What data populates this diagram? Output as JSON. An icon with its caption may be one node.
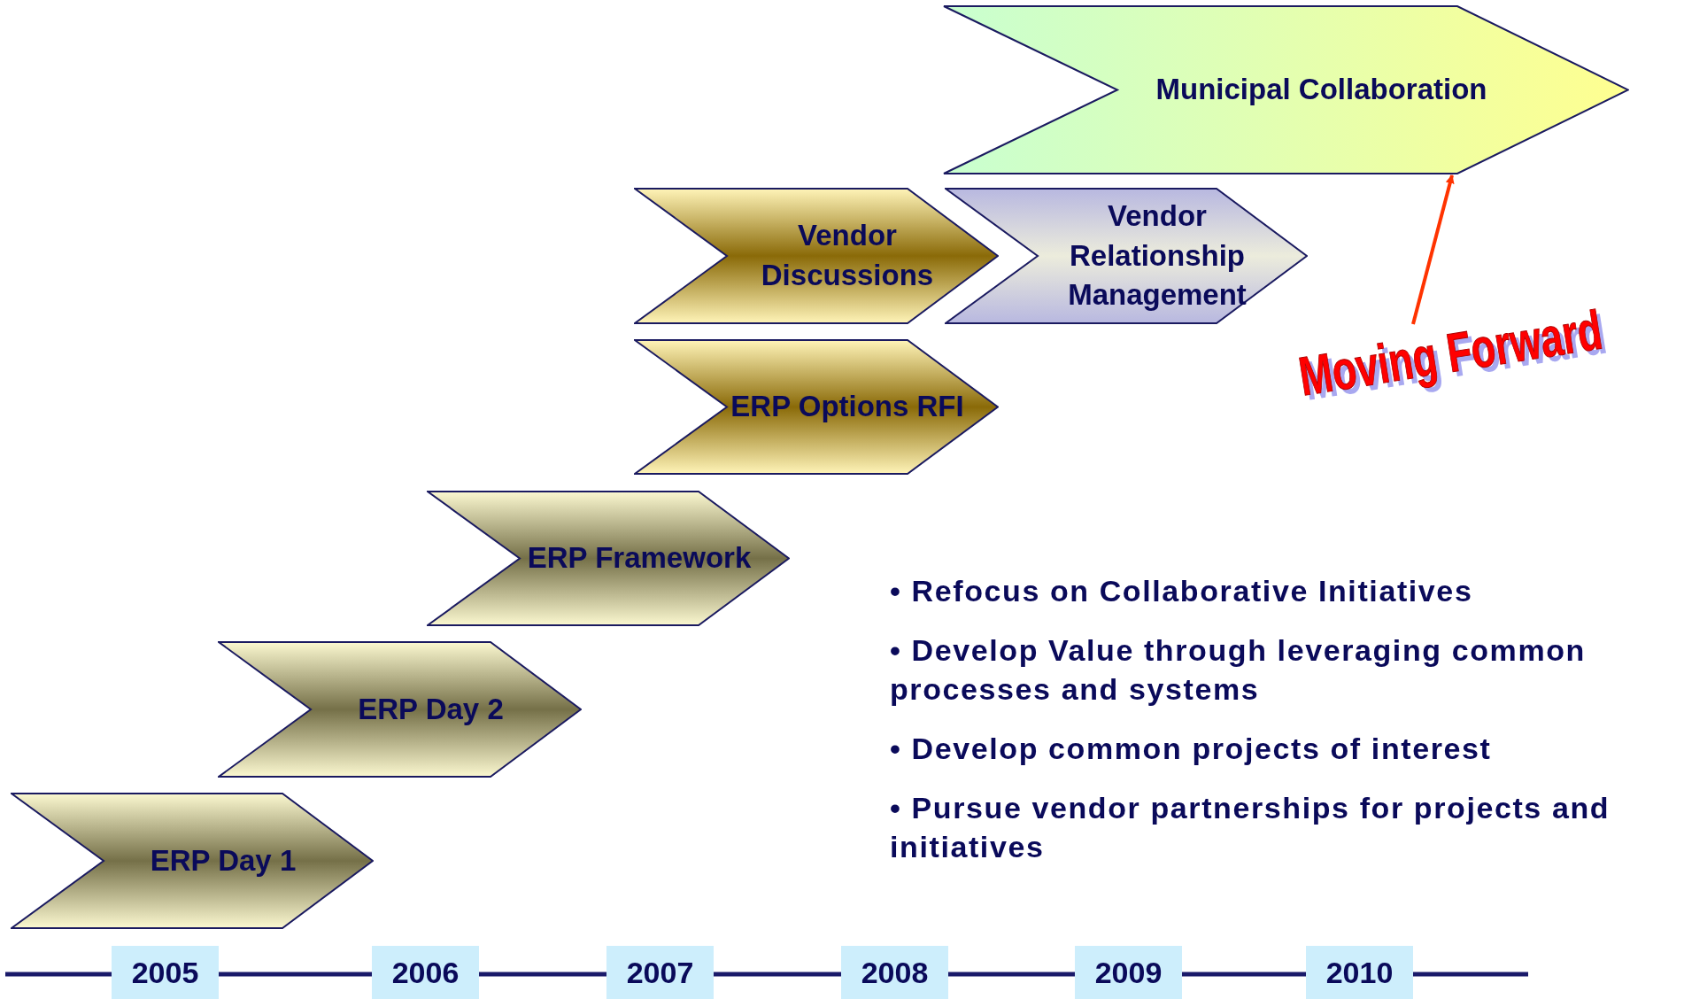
{
  "diagram": {
    "nodes": [
      {
        "text": [
          "Municipal Collaboration"
        ]
      },
      {
        "text": [
          "Vendor Discussions"
        ]
      },
      {
        "text": [
          "Vendor Relationship Management"
        ]
      },
      {
        "text": [
          "ERP Options RFI"
        ]
      },
      {
        "text": [
          "ERP Framework"
        ]
      },
      {
        "text": [
          "ERP Day 2"
        ]
      },
      {
        "text": [
          "ERP Day 1"
        ]
      },
      {
        "text": [
          "Moving Forward"
        ]
      },
      {
        "text": [
          "2005"
        ]
      },
      {
        "text": [
          "2006"
        ]
      },
      {
        "text": [
          "2007"
        ]
      },
      {
        "text": [
          "2008"
        ]
      },
      {
        "text": [
          "2009"
        ]
      },
      {
        "text": [
          "2010"
        ]
      }
    ],
    "edges": [
      {
        "from": 7,
        "to": 0,
        "arrow": "to"
      }
    ],
    "labels": [
      "• Refocus on Collaborative Initiatives",
      "• Develop Value through leveraging common processes and systems",
      "• Develop common projects of interest",
      "• Pursue vendor partnerships for projects and initiatives"
    ]
  }
}
